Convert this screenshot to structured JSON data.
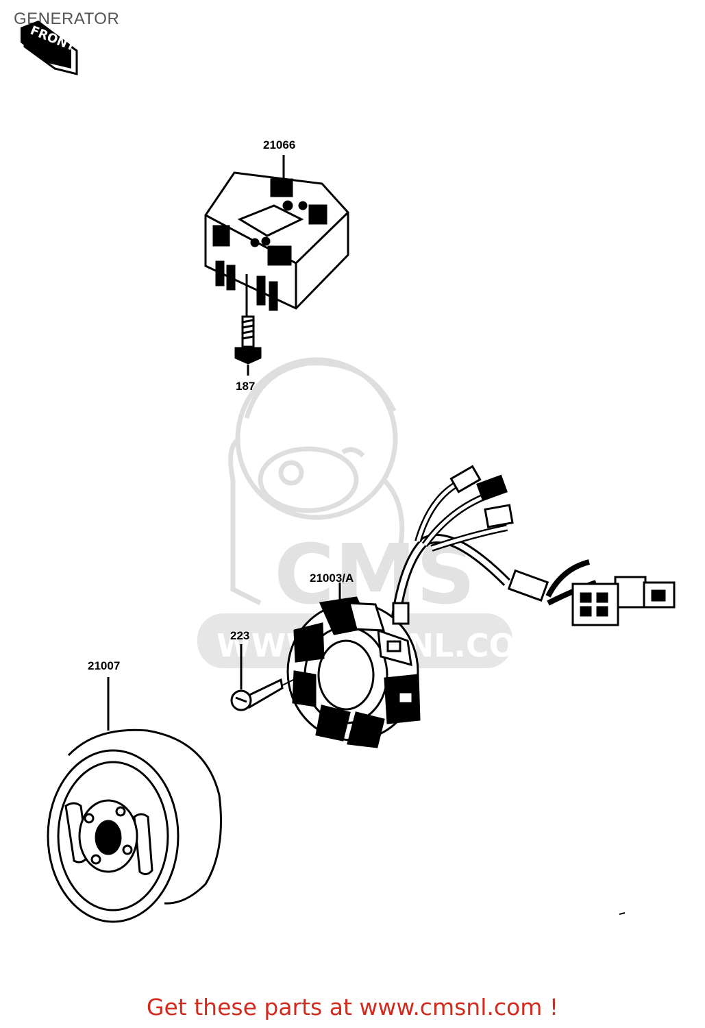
{
  "page": {
    "title": "GENERATOR",
    "footer_link": "Get these parts at www.cmsnl.com !"
  },
  "orientation": {
    "label": "FRONT"
  },
  "watermark": {
    "brand": "CMS",
    "url": "WWW.CMSNL.COM"
  },
  "parts": [
    {
      "ref": "21066",
      "name": "regulator"
    },
    {
      "ref": "187",
      "name": "bolt"
    },
    {
      "ref": "21003/A",
      "name": "stator"
    },
    {
      "ref": "223",
      "name": "screw"
    },
    {
      "ref": "21007",
      "name": "rotor"
    }
  ],
  "colors": {
    "line": "#000000",
    "footer": "#d32a1e",
    "watermark": "#dcdcdc"
  }
}
